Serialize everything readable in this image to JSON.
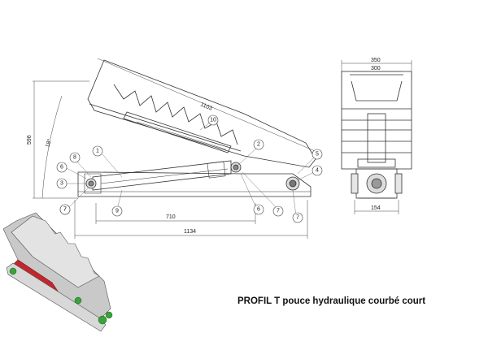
{
  "caption": "PROFIL T pouce hydraulique courbé court",
  "dimensions": {
    "total_length": "1103",
    "height": "596",
    "angle": "18°",
    "cylinder_span": "710",
    "base_length": "1134",
    "top_width": "350",
    "inner_width": "300",
    "bottom_width": "154"
  },
  "balloons": [
    "1",
    "2",
    "3",
    "4",
    "5",
    "6",
    "6",
    "7",
    "7",
    "7",
    "7",
    "8",
    "9",
    "10"
  ]
}
